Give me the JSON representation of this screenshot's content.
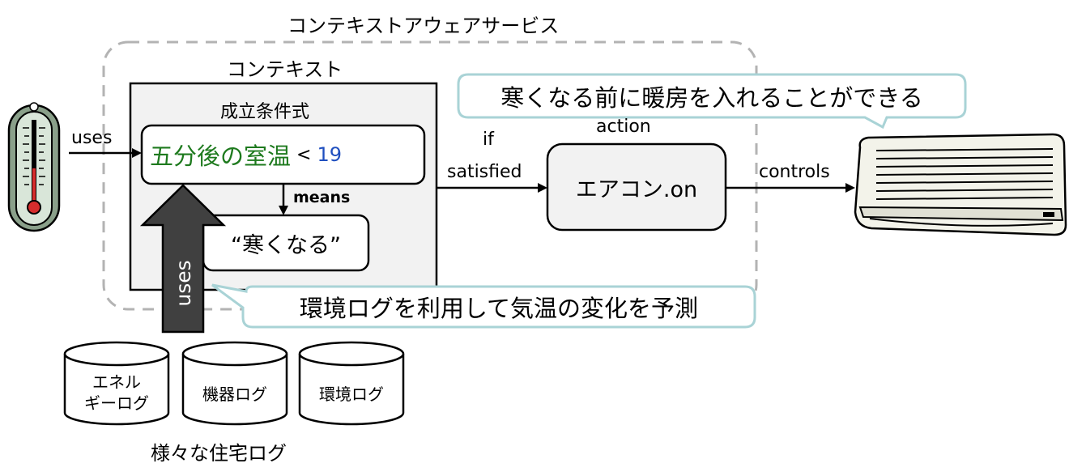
{
  "service_title": "コンテキストアウェアサービス",
  "context_title": "コンテキスト",
  "condition_title": "成立条件式",
  "condition": {
    "expr_text": "五分後の室温",
    "operator": " < ",
    "value": "19"
  },
  "means_label": "means",
  "meaning": "“寒くなる”",
  "uses_sensor_label": "uses",
  "uses_logs_label": "uses",
  "if_label": "if",
  "satisfied_label": "satisfied",
  "action_label": "action",
  "action_box": "エアコン.on",
  "controls_label": "controls",
  "callout_top": "寒くなる前に暖房を入れることができる",
  "callout_bottom": "環境ログを利用して気温の変化を予測",
  "logs": [
    {
      "line1": "エネル",
      "line2": "ギーログ"
    },
    {
      "line1": "機器ログ",
      "line2": ""
    },
    {
      "line1": "環境ログ",
      "line2": ""
    }
  ],
  "logs_caption": "様々な住宅ログ",
  "colors": {
    "green": "#1e7a1e",
    "blue": "#1f4fbf",
    "callout_border": "#a9d3d6",
    "context_fill": "#f2f2f2",
    "dashed": "#b3b3b3",
    "arrow_fill": "#404040"
  }
}
